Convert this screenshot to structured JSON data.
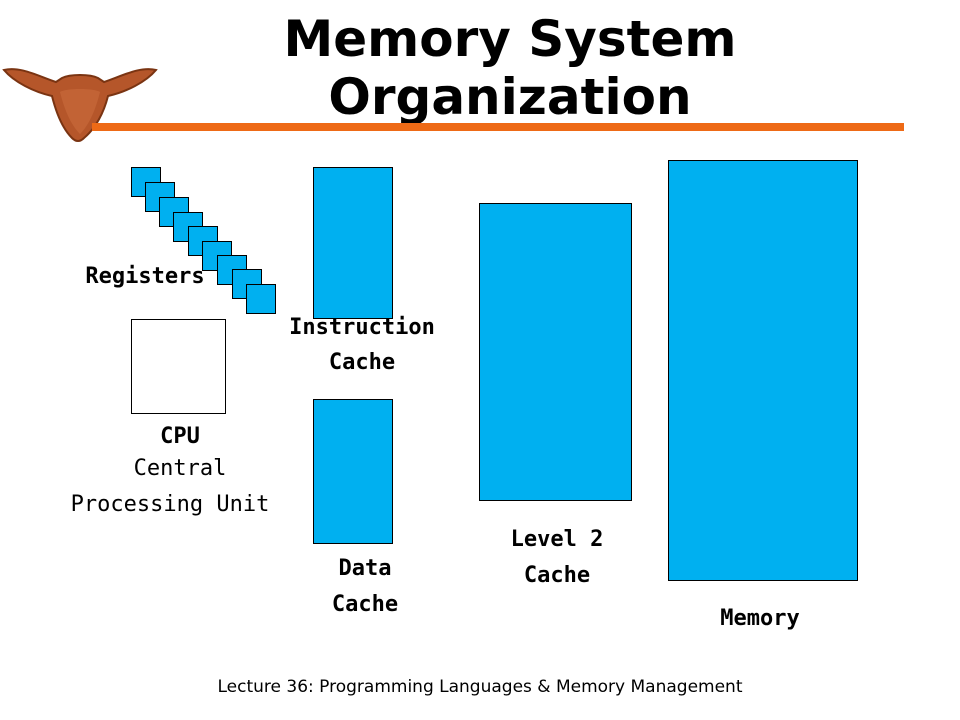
{
  "slide": {
    "title_line1": "Memory System",
    "title_line2": "Organization",
    "footer": "Lecture 36: Programming Languages & Memory Management",
    "accent_color": "#ee6a16",
    "block_color": "#00b0f0",
    "logo": "longhorn-logo"
  },
  "labels": {
    "registers": "Registers",
    "cpu": "CPU",
    "cpu_line2": "Central",
    "cpu_line3": "Processing Unit",
    "icache_line1": "Instruction",
    "icache_line2": "Cache",
    "dcache_line1": "Data",
    "dcache_line2": "Cache",
    "l2_line1": "Level 2",
    "l2_line2": "Cache",
    "memory": "Memory"
  }
}
